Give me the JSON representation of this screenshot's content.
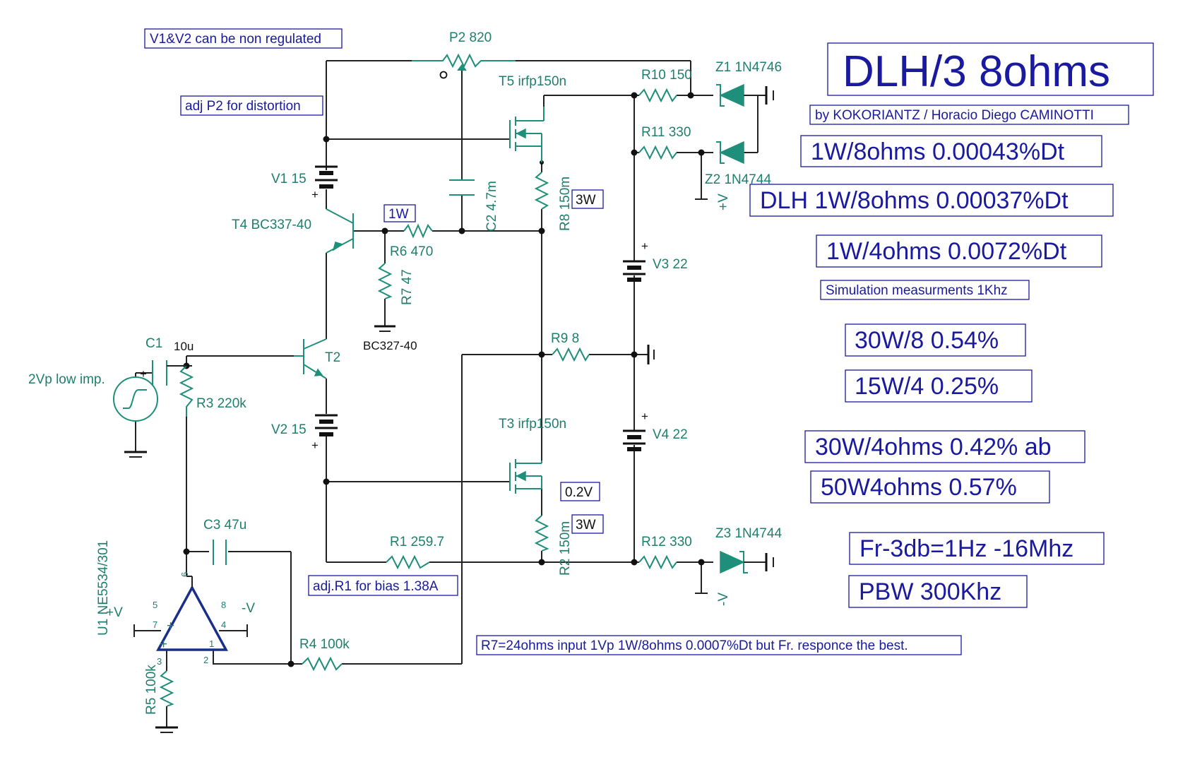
{
  "notes": {
    "v1v2": "V1&V2 can be non regulated",
    "adjP2": "adj P2 for distortion",
    "w1": "1W",
    "w3a": "3W",
    "w3b": "3W",
    "v02": "0.2V",
    "adjR1": "adj.R1 for bias 1.38A",
    "r7note": "R7=24ohms input 1Vp 1W/8ohms 0.0007%Dt but Fr. responce the best."
  },
  "title": {
    "main": "DLH/3  8ohms",
    "author": "by KOKORIANTZ / Horacio Diego CAMINOTTI"
  },
  "results": {
    "r1": "1W/8ohms 0.00043%Dt",
    "r2": "DLH 1W/8ohms 0.00037%Dt",
    "r3": "1W/4ohms 0.0072%Dt",
    "sim": "Simulation measurments 1Khz",
    "r4": "30W/8 0.54%",
    "r5": "15W/4 0.25%",
    "r6": "30W/4ohms 0.42% ab",
    "r7": "50W4ohms 0.57%",
    "r8": "Fr-3db=1Hz -16Mhz",
    "r9": "PBW 300Khz"
  },
  "components": {
    "P2": "P2 820",
    "T5": "T5 irfp150n",
    "R10": "R10 150",
    "Z1": "Z1 1N4746",
    "R11": "R11 330",
    "Z2": "Z2 1N4744",
    "V1": "V1 15",
    "C2": "C2 4.7m",
    "R8": "R8 150m",
    "T4": "T4 BC337-40",
    "R6": "R6 470",
    "R7": "R7 47",
    "V3": "V3 22",
    "BC327": "BC327-40",
    "R9": "R9 8",
    "C1": "C1",
    "C1v": "10u",
    "T2": "T2",
    "src": "2Vp low imp.",
    "R3": "R3 220k",
    "V2": "V2 15",
    "T3": "T3 irfp150n",
    "V4": "V4 22",
    "C3": "C3 47u",
    "R1": "R1 259.7",
    "R2": "R2 150m",
    "R12": "R12 330",
    "Z3": "Z3 1N4744",
    "U1": "U1 NE5534/301",
    "R4": "R4 100k",
    "R5": "R5 100k",
    "plusV": "+V",
    "minusV": "-V",
    "plusV2": "+V",
    "minusV2": "-V",
    "plus": "+",
    "pin6": "6",
    "pin5": "5",
    "pin8": "8",
    "pin7": "7",
    "pin4": "4",
    "pin3": "3",
    "pin2": "2",
    "pin1": "1"
  }
}
